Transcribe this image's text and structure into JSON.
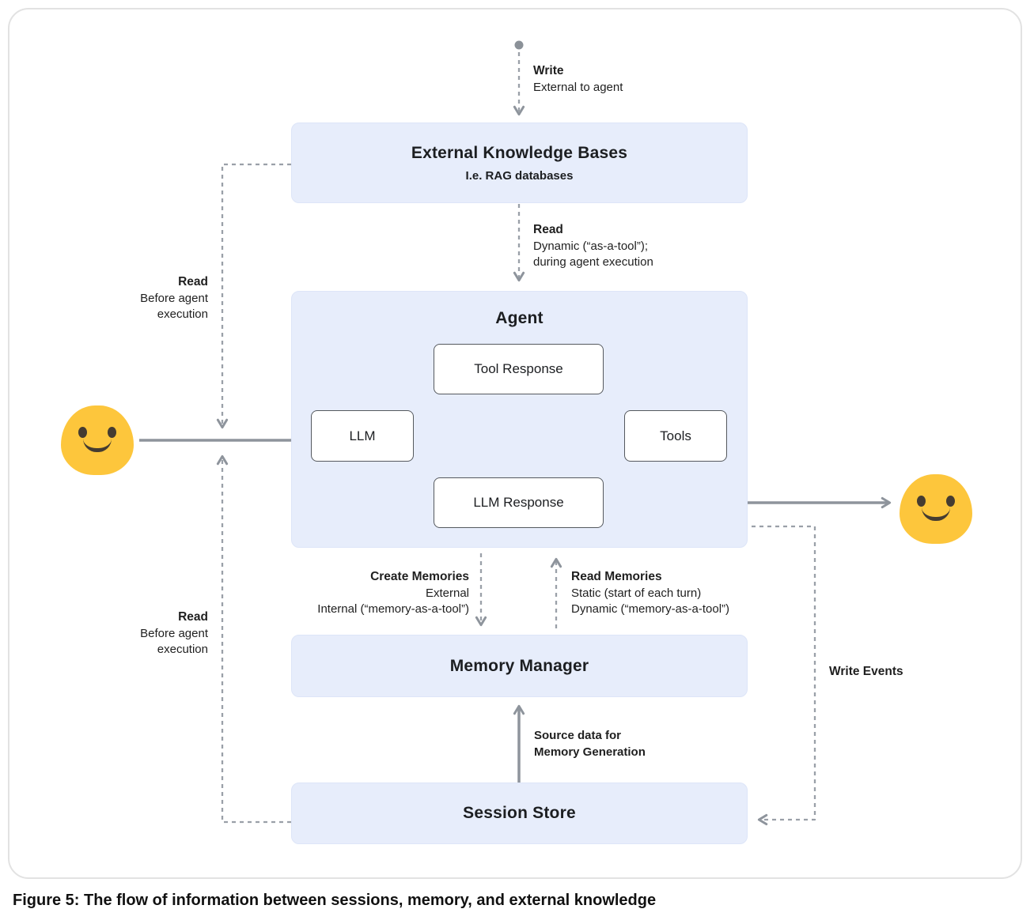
{
  "figure": {
    "caption": "Figure 5: The flow of information between sessions, memory, and external knowledge"
  },
  "nodes": {
    "external_kb": {
      "title": "External Knowledge Bases",
      "subtitle": "I.e. RAG databases"
    },
    "agent": {
      "title": "Agent"
    },
    "tool_response": {
      "label": "Tool Response"
    },
    "llm": {
      "label": "LLM"
    },
    "tools": {
      "label": "Tools"
    },
    "llm_response": {
      "label": "LLM Response"
    },
    "memory_manager": {
      "title": "Memory Manager"
    },
    "session_store": {
      "title": "Session Store"
    }
  },
  "edges": {
    "write": {
      "title": "Write",
      "lines": [
        "External to agent"
      ]
    },
    "read_dynamic": {
      "title": "Read",
      "lines": [
        "Dynamic (“as-a-tool”);",
        "during agent execution"
      ]
    },
    "read_before_top": {
      "title": "Read",
      "lines": [
        "Before agent",
        "execution"
      ]
    },
    "read_before_bottom": {
      "title": "Read",
      "lines": [
        "Before agent",
        "execution"
      ]
    },
    "create_memories": {
      "title": "Create Memories",
      "lines": [
        "External",
        "Internal (“memory-as-a-tool”)"
      ]
    },
    "read_memories": {
      "title": "Read Memories",
      "lines": [
        "Static (start of each turn)",
        "Dynamic (“memory-as-a-tool”)"
      ]
    },
    "source_data": {
      "lines": [
        "Source data for",
        "Memory Generation"
      ]
    },
    "write_events": {
      "title": "Write Events"
    }
  },
  "colors": {
    "node_fill": "#e7edfb",
    "node_border": "#dde5f8",
    "inner_node_border": "#55595e",
    "arrow_gray": "#8e949c",
    "emoji_yellow": "#fdc63c",
    "text": "#202124"
  }
}
